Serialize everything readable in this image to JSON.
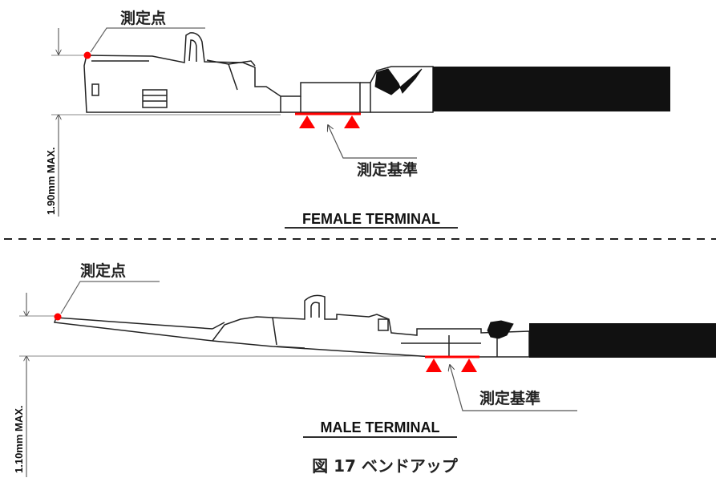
{
  "upper": {
    "measure_point": "測定点",
    "reference": "測定基準",
    "dimension": "1.90mm MAX.",
    "terminal_label": "FEMALE TERMINAL"
  },
  "lower": {
    "measure_point": "測定点",
    "reference": "測定基準",
    "dimension": "1.10mm MAX.",
    "terminal_label": "MALE TERMINAL"
  },
  "caption": "図 17 ベンドアップ",
  "colors": {
    "marker": "#ff0000",
    "line": "#222222",
    "cable": "#111111",
    "leader": "#666666"
  }
}
